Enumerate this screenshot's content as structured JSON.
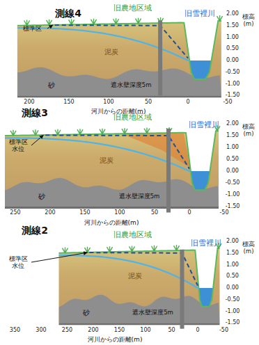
{
  "diagram": {
    "labels": [
      "測線4",
      "旧農地区域",
      "旧雪裡川",
      "標高 (m)",
      "標準区",
      "泥炭",
      "砂",
      "遮水壁深度5m",
      "2.00",
      "1.50",
      "1.00",
      "0.50",
      "0.00",
      "-0.50",
      "-1.00",
      "-1.50",
      "200",
      "150",
      "100",
      "50",
      "0",
      "-50",
      "河川からの距離(m)",
      "測線3",
      "旧農地区域",
      "旧雪裡川",
      "標高 (m)",
      "標準区 水位",
      "泥炭",
      "砂",
      "遮水壁深度5m",
      "2.00",
      "1.50",
      "1.00",
      "0.50",
      "0.00",
      "-0.50",
      "-1.00",
      "-1.50",
      "250",
      "200",
      "150",
      "100",
      "50",
      "0",
      "-50",
      "河川からの距離(m)",
      "測線2",
      "旧農地区域",
      "旧雪裡川",
      "標高 (m)",
      "標準区 水位",
      "泥炭",
      "砂",
      "遮水壁深度5m",
      "2.00",
      "1.50",
      "1.00",
      "0.50",
      "0.00",
      "-0.50",
      "-1.00",
      "-1.50",
      "350",
      "300",
      "250",
      "200",
      "150",
      "100",
      "50",
      "0",
      "-50",
      "河川からの距離(m)"
    ]
  }
}
